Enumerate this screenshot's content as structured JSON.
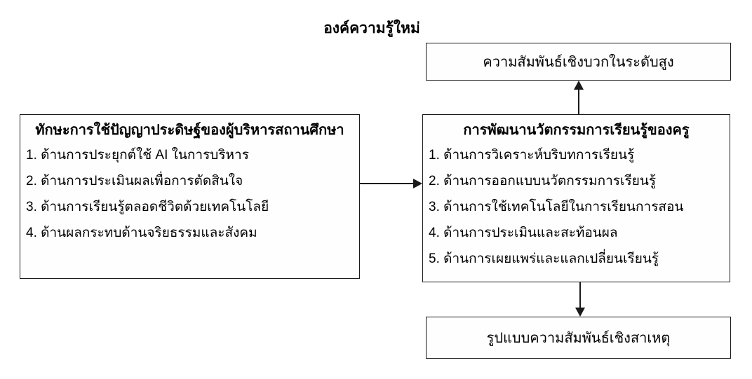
{
  "diagram": {
    "heading": "องค์ความรู้ใหม่",
    "top_box": {
      "label": "ความสัมพันธ์เชิงบวกในระดับสูง"
    },
    "left_box": {
      "title": "ทักษะการใช้ปัญญาประดิษฐ์ของผู้บริหารสถานศึกษา",
      "items": [
        "1. ด้านการประยุกต์ใช้ AI ในการบริหาร",
        "2. ด้านการประเมินผลเพื่อการตัดสินใจ",
        "3. ด้านการเรียนรู้ตลอดชีวิตด้วยเทคโนโลยี",
        "4. ด้านผลกระทบด้านจริยธรรมและสังคม"
      ]
    },
    "right_box": {
      "title": "การพัฒนานวัตกรรมการเรียนรู้ของครู",
      "items": [
        "1. ด้านการวิเคราะห์บริบทการเรียนรู้",
        "2. ด้านการออกแบบนวัตกรรมการเรียนรู้",
        "3. ด้านการใช้เทคโนโลยีในการเรียนการสอน",
        "4. ด้านการประเมินและสะท้อนผล",
        "5. ด้านการเผยแพร่และแลกเปลี่ยนเรียนรู้"
      ]
    },
    "bottom_box": {
      "label": "รูปแบบความสัมพันธ์เชิงสาเหตุ"
    },
    "colors": {
      "border": "#1a1a1a",
      "background": "#ffffff",
      "text": "#000000"
    }
  }
}
